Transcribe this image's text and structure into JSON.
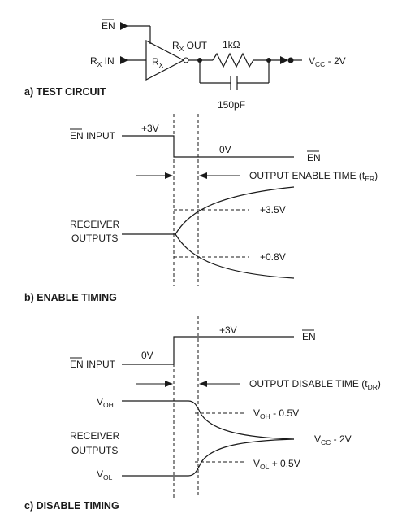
{
  "circuit": {
    "en_label": "EN",
    "rx_in_label": "R",
    "rx_in_sub": "X",
    "rx_in_suffix": " IN",
    "buffer_label": "R",
    "buffer_sub": "X",
    "rx_out_label": "R",
    "rx_out_sub": "X",
    "rx_out_suffix": " OUT",
    "resistor_label": "1kΩ",
    "capacitor_label": "150pF",
    "vcc_label": "V",
    "vcc_sub": "CC",
    "vcc_suffix": " - 2V",
    "title": "a) TEST CIRCUIT"
  },
  "enable": {
    "en_input_bar": "EN",
    "en_input_suffix": " INPUT",
    "level_high": "+3V",
    "level_low": "0V",
    "en_right": "EN",
    "time_label_prefix": "OUTPUT ENABLE TIME (t",
    "time_label_sub": "ER",
    "time_label_suffix": ")",
    "threshold_high": "+3.5V",
    "threshold_low": "+0.8V",
    "receiver_line1": "RECEIVER",
    "receiver_line2": "OUTPUTS",
    "title": "b) ENABLE TIMING"
  },
  "disable": {
    "level_high": "+3V",
    "en_right": "EN",
    "en_input_bar": "EN",
    "en_input_suffix": " INPUT",
    "level_low": "0V",
    "time_label_prefix": "OUTPUT DISABLE TIME (t",
    "time_label_sub": "DR",
    "time_label_suffix": ")",
    "voh_main": "V",
    "voh_sub": "OH",
    "voh_minus_main": "V",
    "voh_minus_sub": "OH",
    "voh_minus_suffix": " - 0.5V",
    "vcc_main": "V",
    "vcc_sub": "CC",
    "vcc_suffix": " - 2V",
    "receiver_line1": "RECEIVER",
    "receiver_line2": "OUTPUTS",
    "vol_main": "V",
    "vol_sub": "OL",
    "vol_plus_main": "V",
    "vol_plus_sub": "OL",
    "vol_plus_suffix": " + 0.5V",
    "title": "c) DISABLE TIMING"
  }
}
